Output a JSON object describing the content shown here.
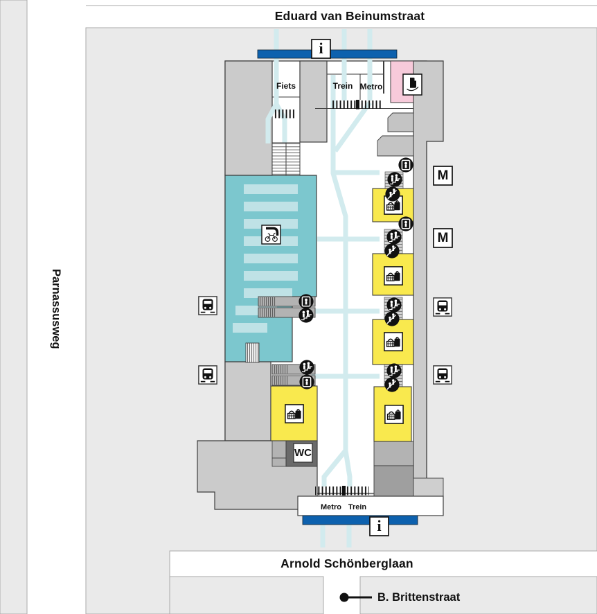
{
  "streets": {
    "top": "Eduard van Beinumstraat",
    "left": "Parnassusweg",
    "bottom": "Arnold Schönberglaan",
    "branch": "B. Brittenstraat"
  },
  "station": {
    "corridor_labels": {
      "fiets": "Fiets",
      "trein": "Trein",
      "metro": "Metro"
    },
    "south_entrance_labels": {
      "metro": "Metro",
      "trein": "Trein"
    },
    "wc": "WC",
    "metro_logo": "M",
    "info": "i"
  },
  "icons": {
    "info": "info-point",
    "metro_station": "metro-logo",
    "train": "train-platform",
    "lift": "lift",
    "stairs": "stairs",
    "escalator": "escalator",
    "shop": "shop",
    "toilet": "WC",
    "bicycle_parking": "covered-bicycle-parking",
    "piano": "station-piano"
  },
  "colors": {
    "building": "#cbcbcb",
    "block": "#eaeaea",
    "street": "#ffffff",
    "platform_blue": "#0d61ae",
    "shop_yellow": "#f9e94e",
    "bike_teal": "#7cc7ce",
    "bike_stripe": "#bfe2e6",
    "walking_path": "#d2ebee",
    "room_pink": "#f7cada"
  }
}
